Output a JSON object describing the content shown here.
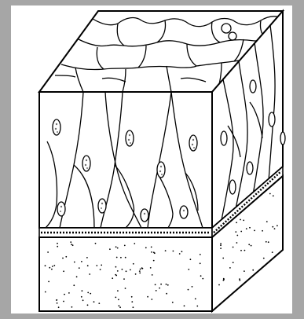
{
  "figure": {
    "background_color": "#a6a6a6",
    "panel_color": "#ffffff",
    "line_color": "#000000",
    "subject": "stratified-epithelium-on-connective-tissue-block",
    "layers": [
      "surface-cells",
      "columnar-cells-with-nuclei",
      "basement-membrane",
      "connective-tissue"
    ]
  }
}
